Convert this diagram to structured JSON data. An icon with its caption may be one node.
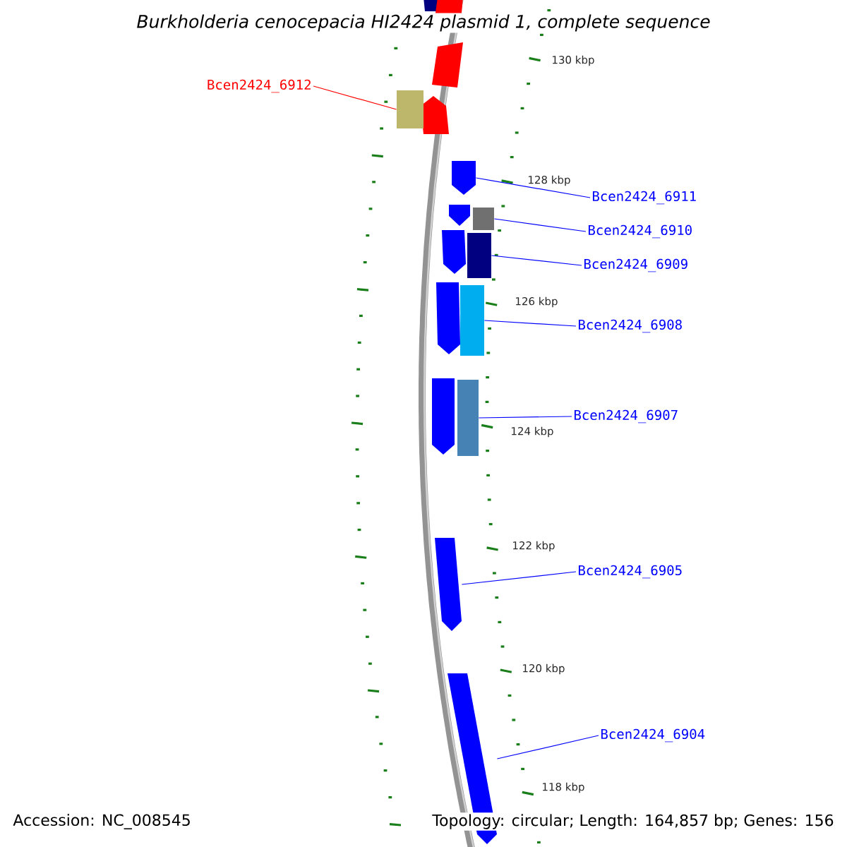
{
  "diagram": {
    "title": "Burkholderia cenocepacia HI2424 plasmid 1, complete sequence",
    "nodes": [
      {
        "text": [
          "Bcen2424_6912"
        ]
      },
      {
        "text": [],
        "shape": "box"
      },
      {
        "text": [
          "Bcen2424_6911"
        ]
      },
      {
        "text": [],
        "shape": "arrow"
      },
      {
        "text": [
          "Bcen2424_6910"
        ]
      },
      {
        "text": [],
        "shape": "box"
      },
      {
        "text": [
          "Bcen2424_6909"
        ]
      },
      {
        "text": [],
        "shape": "box"
      },
      {
        "text": [
          "Bcen2424_6908"
        ]
      },
      {
        "text": [],
        "shape": "box"
      },
      {
        "text": [
          "Bcen2424_6907"
        ]
      },
      {
        "text": [],
        "shape": "box"
      },
      {
        "text": [
          "Bcen2424_6905"
        ]
      },
      {
        "text": [],
        "shape": "arrow"
      },
      {
        "text": [
          "Bcen2424_6904"
        ]
      },
      {
        "text": [],
        "shape": "arrow"
      }
    ],
    "edges": [
      {
        "from": 0,
        "to": 1,
        "arrow": "none",
        "color": "#ff0000"
      },
      {
        "from": 2,
        "to": 3,
        "arrow": "none"
      },
      {
        "from": 4,
        "to": 5,
        "arrow": "none"
      },
      {
        "from": 6,
        "to": 7,
        "arrow": "none"
      },
      {
        "from": 8,
        "to": 9,
        "arrow": "none"
      },
      {
        "from": 10,
        "to": 11,
        "arrow": "none"
      },
      {
        "from": 12,
        "to": 13,
        "arrow": "none"
      },
      {
        "from": 14,
        "to": 15,
        "arrow": "none"
      }
    ],
    "labels": [
      "130 kbp",
      "128 kbp",
      "126 kbp",
      "124 kbp",
      "122 kbp",
      "120 kbp",
      "118 kbp",
      "Accession: NC_008545",
      "Topology: circular; Length: 164,857 bp; Genes: 156"
    ]
  }
}
